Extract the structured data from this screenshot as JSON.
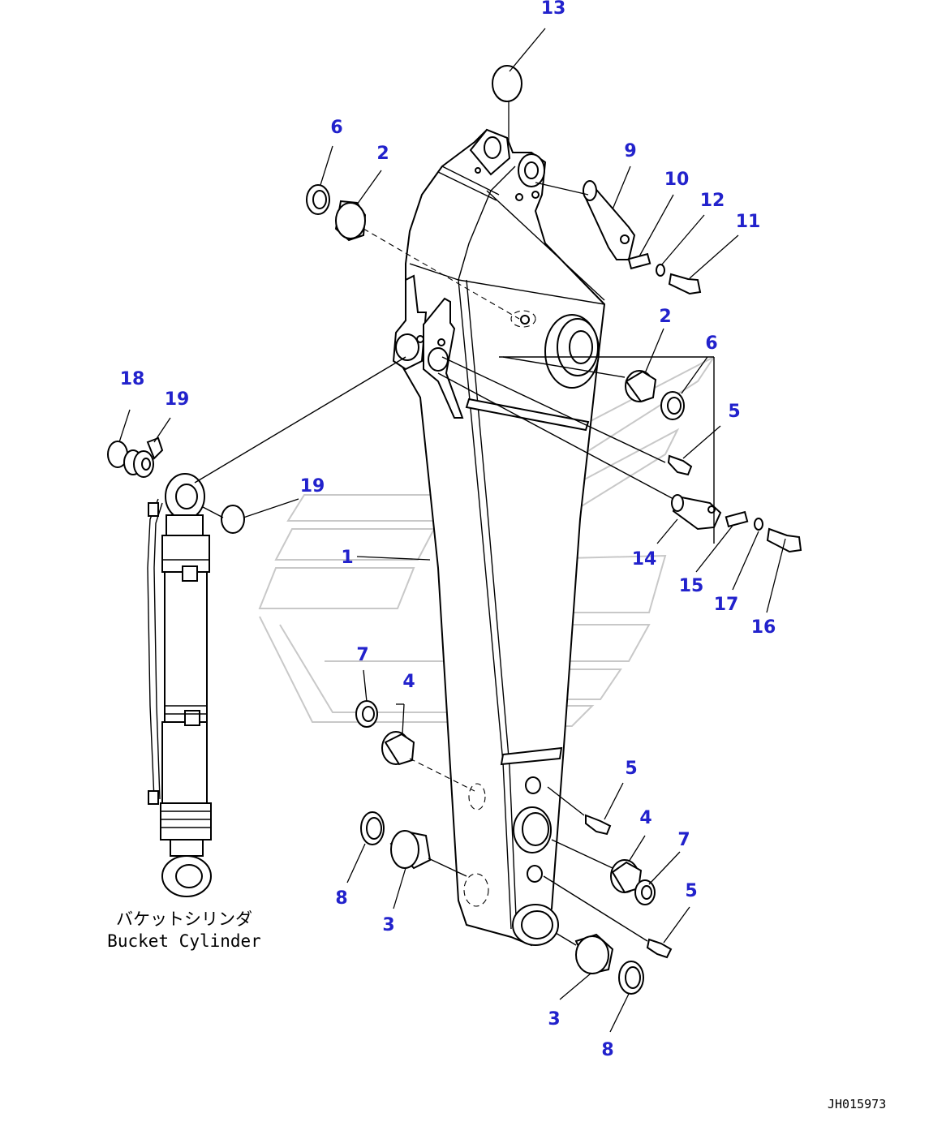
{
  "diagram_code": "JH015973",
  "caption": {
    "jp": "バケットシリンダ",
    "en": "Bucket Cylinder"
  },
  "callouts": [
    {
      "id": "c13",
      "label": "13"
    },
    {
      "id": "c6a",
      "label": "6"
    },
    {
      "id": "c2a",
      "label": "2"
    },
    {
      "id": "c9",
      "label": "9"
    },
    {
      "id": "c10",
      "label": "10"
    },
    {
      "id": "c12",
      "label": "12"
    },
    {
      "id": "c11",
      "label": "11"
    },
    {
      "id": "c2b",
      "label": "2"
    },
    {
      "id": "c6b",
      "label": "6"
    },
    {
      "id": "c5a",
      "label": "5"
    },
    {
      "id": "c18",
      "label": "18"
    },
    {
      "id": "c19a",
      "label": "19"
    },
    {
      "id": "c19b",
      "label": "19"
    },
    {
      "id": "c1",
      "label": "1"
    },
    {
      "id": "c14",
      "label": "14"
    },
    {
      "id": "c15",
      "label": "15"
    },
    {
      "id": "c17",
      "label": "17"
    },
    {
      "id": "c16",
      "label": "16"
    },
    {
      "id": "c7a",
      "label": "7"
    },
    {
      "id": "c4a",
      "label": "4"
    },
    {
      "id": "c5b",
      "label": "5"
    },
    {
      "id": "c4b",
      "label": "4"
    },
    {
      "id": "c7b",
      "label": "7"
    },
    {
      "id": "c5c",
      "label": "5"
    },
    {
      "id": "c8a",
      "label": "8"
    },
    {
      "id": "c3a",
      "label": "3"
    },
    {
      "id": "c3b",
      "label": "3"
    },
    {
      "id": "c8b",
      "label": "8"
    }
  ]
}
